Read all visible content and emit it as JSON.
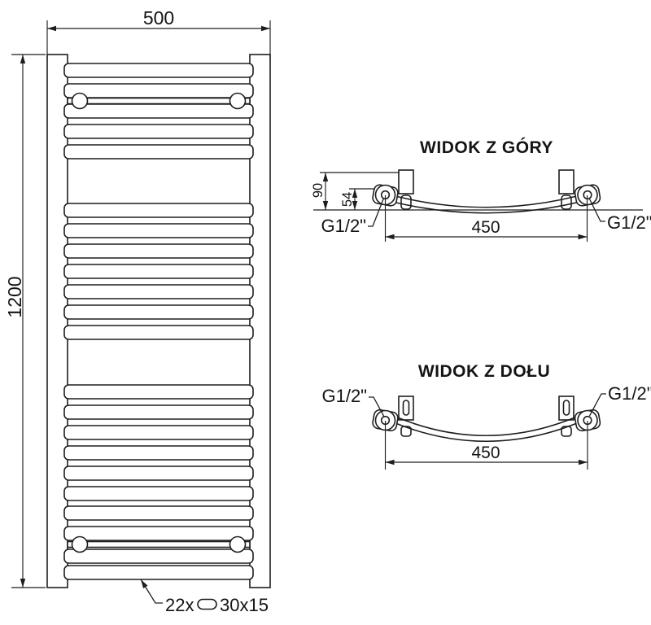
{
  "front_view": {
    "width_dim": "500",
    "height_dim": "1200",
    "rung_annotation": {
      "count": "22x",
      "profile": "30x15"
    }
  },
  "top_view": {
    "title": "WIDOK Z GÓRY",
    "overall_depth_dim": "90",
    "axis_depth_dim": "54",
    "connection_spacing_dim": "450",
    "left_connection": "G1/2\"",
    "right_connection": "G1/2\""
  },
  "bottom_view": {
    "title": "WIDOK Z DOŁU",
    "connection_spacing_dim": "450",
    "left_connection": "G1/2\"",
    "right_connection": "G1/2\""
  }
}
